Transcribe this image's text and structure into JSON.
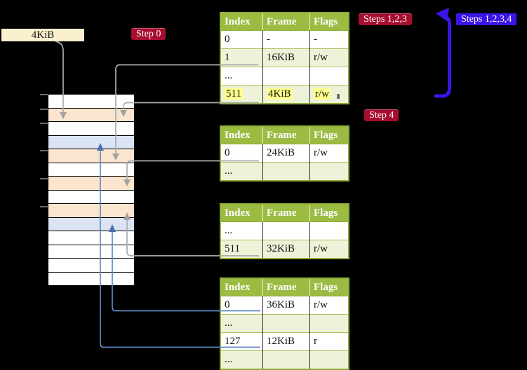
{
  "page_size_label": "4KiB",
  "badges": {
    "step0": "Step 0",
    "steps123": "Steps 1,2,3",
    "steps1234": "Steps 1,2,3,4",
    "step4": "Step 4"
  },
  "tables": [
    {
      "headers": [
        "Index",
        "Frame",
        "Flags"
      ],
      "rows": [
        {
          "cells": [
            "0",
            "-",
            "-"
          ]
        },
        {
          "cells": [
            "1",
            "16KiB",
            "r/w"
          ]
        },
        {
          "cells": [
            "...",
            "",
            ""
          ]
        },
        {
          "cells": [
            "511",
            "4KiB",
            "r/w"
          ],
          "highlighted": true
        }
      ]
    },
    {
      "headers": [
        "Index",
        "Frame",
        "Flags"
      ],
      "rows": [
        {
          "cells": [
            "0",
            "24KiB",
            "r/w"
          ]
        },
        {
          "cells": [
            "...",
            "",
            ""
          ]
        }
      ]
    },
    {
      "headers": [
        "Index",
        "Frame",
        "Flags"
      ],
      "rows": [
        {
          "cells": [
            "...",
            "",
            ""
          ]
        },
        {
          "cells": [
            "511",
            "32KiB",
            "r/w"
          ]
        }
      ]
    },
    {
      "headers": [
        "Index",
        "Frame",
        "Flags"
      ],
      "rows": [
        {
          "cells": [
            "0",
            "36KiB",
            "r/w"
          ]
        },
        {
          "cells": [
            "...",
            "",
            ""
          ]
        },
        {
          "cells": [
            "127",
            "12KiB",
            "r"
          ]
        },
        {
          "cells": [
            "...",
            "",
            ""
          ]
        }
      ]
    }
  ],
  "memory": {
    "rows": [
      "white",
      "peach",
      "white",
      "blue",
      "peach",
      "white",
      "peach",
      "white",
      "peach",
      "blue",
      "white",
      "white",
      "white",
      "white"
    ]
  },
  "colors": {
    "badge_red": "#a60d2e",
    "badge_blue": "#3c14e8",
    "arrow_blue": "#3c14e8",
    "table_header_green": "#9cbb42",
    "table_row_green": "#eef2d9",
    "table_border_green": "#8fae35",
    "highlight_yellow": "#ffff8c",
    "label_cream": "#fbf0cd",
    "memory_white": "#ffffff",
    "memory_peach": "#fce5cf",
    "memory_blue": "#dae4f5",
    "connector_gray": "#ababab",
    "connector_blue": "#6388c2"
  }
}
